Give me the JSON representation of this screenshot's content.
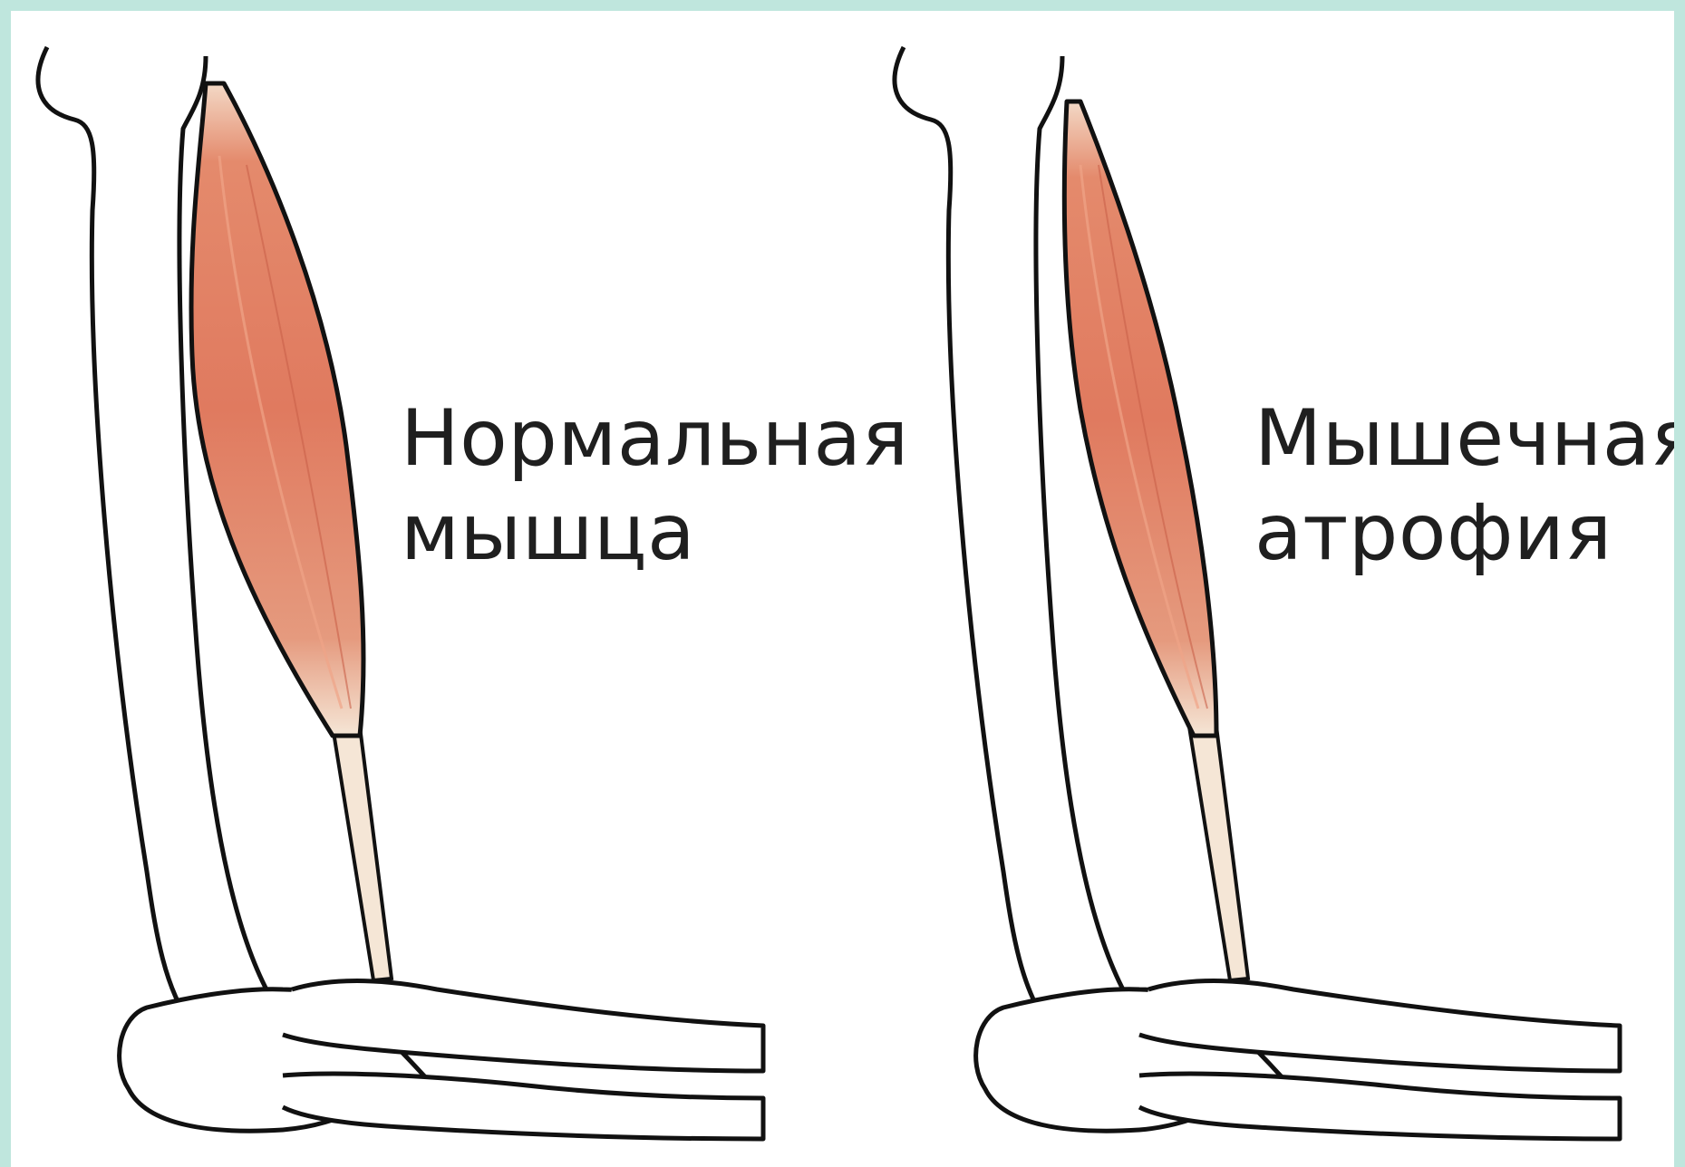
{
  "panels": [
    {
      "label_line1": "Нормальная",
      "label_line2": "мышца"
    },
    {
      "label_line1": "Мышечная",
      "label_line2": "атрофия"
    }
  ],
  "colors": {
    "background_border": "#bfe6dd",
    "canvas": "#ffffff",
    "muscle": "#e07a5f",
    "muscle_dark": "#c9614a",
    "tendon": "#f5e6d6",
    "outline": "#111111"
  },
  "icons": [
    "arm-bone-icon",
    "biceps-muscle-icon",
    "elbow-joint-icon"
  ]
}
